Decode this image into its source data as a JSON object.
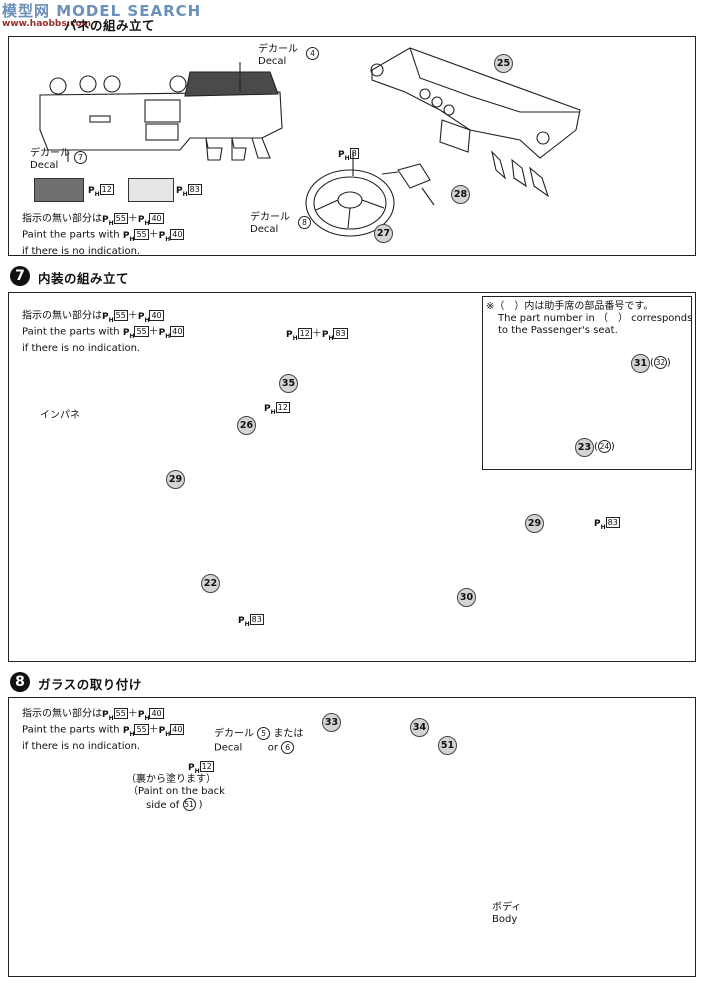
{
  "watermark": {
    "logo": "模型网",
    "site": "MODEL SEARCH",
    "url": "www.haobbs.com"
  },
  "step6": {
    "title": "パネの組み立て",
    "decal4": {
      "ja": "デカール",
      "en": "Decal",
      "num": "4"
    },
    "decal7": {
      "ja": "デカール",
      "en": "Decal",
      "num": "7"
    },
    "decal8": {
      "ja": "デカール",
      "en": "Decal",
      "num": "8"
    },
    "sw1": {
      "pfx": "P",
      "sub": "H",
      "code": "12"
    },
    "sw2": {
      "pfx": "P",
      "sub": "H",
      "code": "83"
    },
    "ph8": {
      "pfx": "P",
      "sub": "H",
      "code": "8"
    },
    "note": {
      "ja": "指示の無い部分は",
      "en1": "Paint the parts with",
      "en2": "if there is no indication.",
      "c1": "55",
      "c2": "40",
      "plus": "＋"
    },
    "parts": [
      "25",
      "28",
      "27"
    ],
    "swatch_colors": [
      "#707070",
      "#e6e6e6"
    ]
  },
  "step7": {
    "num": "7",
    "title": "内装の組み立て",
    "note": {
      "ja": "指示の無い部分は",
      "en1": "Paint the parts with",
      "en2": "if there is no indication.",
      "c1": "55",
      "c2": "40",
      "plus": "＋"
    },
    "seat_paint": {
      "c1": "12",
      "c2": "83",
      "plus": "＋"
    },
    "ph12": "12",
    "ph83a": "83",
    "ph83b": "83",
    "inpane": "インパネ",
    "parts": {
      "p35": "35",
      "p26": "26",
      "p29": "29",
      "p22": "22",
      "p30": "30",
      "p29b": "29"
    },
    "passenger": {
      "ja": "※（　）内は助手席の部品番号です。",
      "en1": "The part number in （　） corresponds",
      "en2": "to the Passenger's seat.",
      "p31": "31",
      "p32": "32",
      "p23": "23",
      "p24": "24"
    }
  },
  "step8": {
    "num": "8",
    "title": "ガラスの取り付け",
    "note": {
      "ja": "指示の無い部分は",
      "en1": "Paint the parts with",
      "en2": "if there is no indication.",
      "c1": "55",
      "c2": "40",
      "plus": "＋"
    },
    "decal": {
      "ja": "デカール",
      "en": "Decal",
      "n1": "5",
      "n2": "6",
      "or_ja": "または",
      "or_en": "or"
    },
    "ph12": "12",
    "back_ja": "（裏から塗ります）",
    "back_en1": "（Paint on the back",
    "back_en2": "side of",
    "back_part": "51",
    "parts": {
      "p33": "33",
      "p34": "34",
      "p51": "51"
    },
    "body": {
      "ja": "ボディ",
      "en": "Body"
    }
  }
}
